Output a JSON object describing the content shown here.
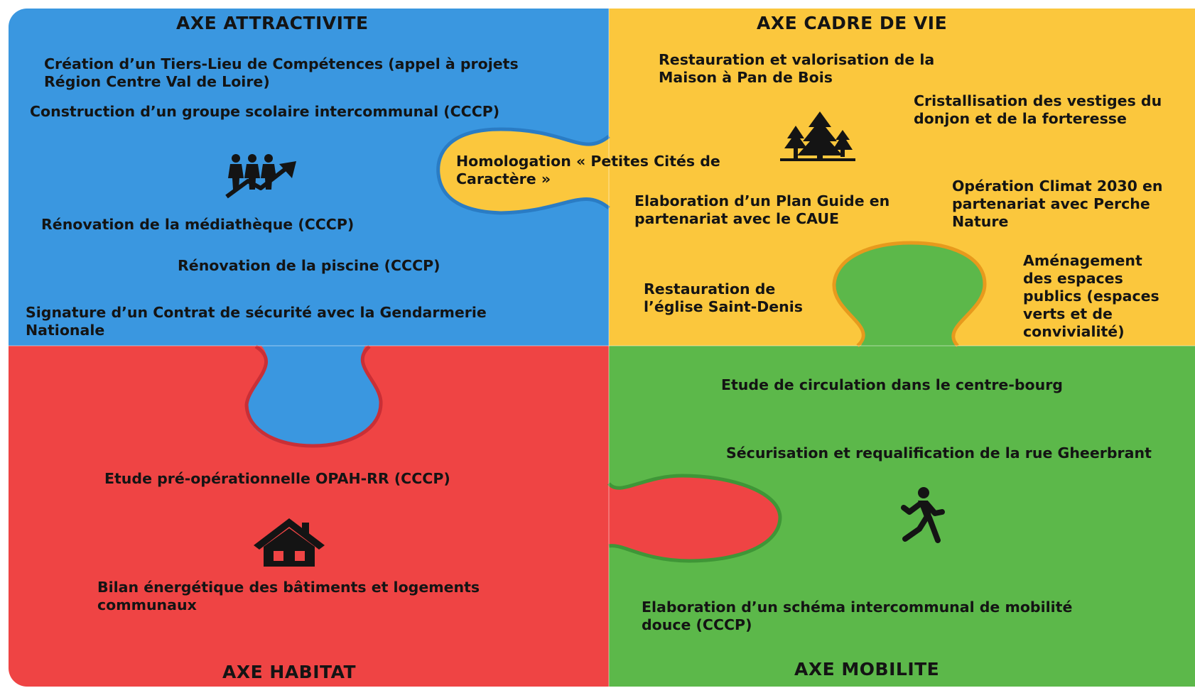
{
  "colors": {
    "attractivite": "#3a97e0",
    "cadre_de_vie": "#fbc73d",
    "habitat": "#ef4444",
    "mobilite": "#5cb84a",
    "text": "#141414",
    "background": "#ffffff"
  },
  "axes": {
    "attractivite": {
      "title": "AXE ATTRACTIVITE",
      "icon": "people-growth-icon",
      "items": [
        "Création d’un Tiers-Lieu de Compétences (appel à projets\nRégion Centre Val de Loire)",
        "Construction d’un groupe scolaire intercommunal (CCCP)",
        "Rénovation de la médiathèque (CCCP)",
        "Rénovation de la piscine (CCCP)",
        "Signature d’un Contrat de sécurité avec la Gendarmerie\nNationale"
      ]
    },
    "cadre_de_vie": {
      "title": "AXE CADRE DE VIE",
      "icon": "trees-icon",
      "items": [
        "Restauration et valorisation de la\nMaison à Pan de Bois",
        "Cristallisation des vestiges du\ndonjon et de la forteresse",
        "Homologation « Petites Cités de\nCaractère »",
        "Elaboration d’un Plan Guide en\npartenariat avec le CAUE",
        "Opération Climat 2030 en\npartenariat avec Perche\nNature",
        "Restauration de\nl’église Saint-Denis",
        "Aménagement\ndes espaces\npublics (espaces\nverts et de\nconvivialité)"
      ]
    },
    "habitat": {
      "title": "AXE HABITAT",
      "icon": "house-icon",
      "items": [
        "Etude pré-opérationnelle OPAH-RR (CCCP)",
        "Bilan énergétique des bâtiments et logements\ncommunaux"
      ]
    },
    "mobilite": {
      "title": "AXE MOBILITE",
      "icon": "pedestrian-icon",
      "items": [
        "Etude de circulation dans le centre-bourg",
        "Sécurisation et requalification de la rue Gheerbrant",
        "Elaboration d’un schéma intercommunal de mobilité\ndouce (CCCP)"
      ]
    }
  }
}
